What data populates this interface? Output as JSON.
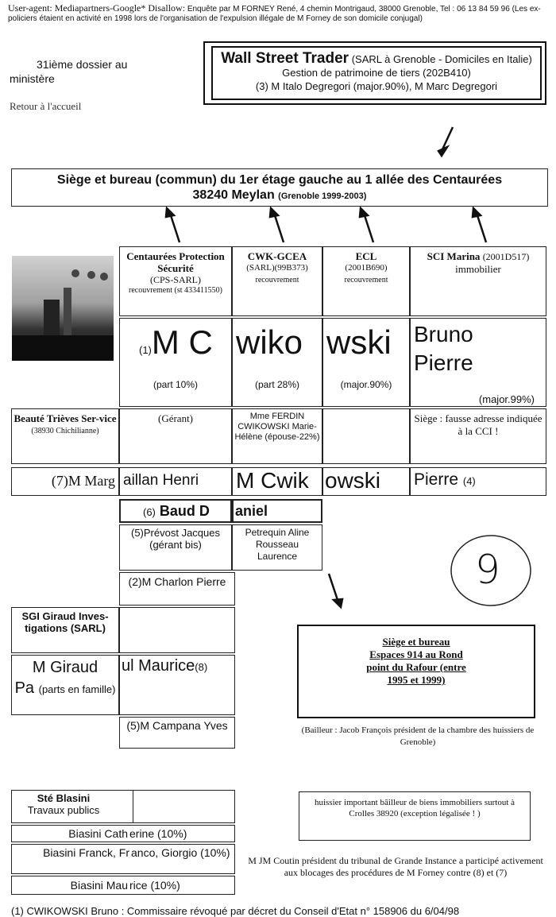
{
  "header": {
    "ua_label": "User-agent: Mediapartners-Google* Disallow:",
    "ua_text": "Enquête par M FORNEY René, 4 chemin Montrigaud, 38000 Grenoble, Tel : 06 13 84 59 96 (Les ex-policiers étaient en activité en 1998 lors de l'organisation de l'expulsion illégale de M Forney de son domicile conjugal)",
    "dossier_line1": "31ième dossier au",
    "dossier_line2": "ministère",
    "return_link": "Retour à l'accueil"
  },
  "wst": {
    "title": "Wall Street Trader",
    "subtitle": "(SARL à Grenoble - Domiciles en Italie) Gestion de patrimoine de tiers (202B410)",
    "owners": "(3) M Italo Degregori (major.90%), M Marc Degregori"
  },
  "siege": {
    "line1": "Siège et bureau (commun) du 1er étage gauche au 1 allée des Centaurées",
    "line2": "38240 Meylan",
    "line2_small": "(Grenoble 1999-2003)"
  },
  "companies": [
    {
      "name": "Centaurées Protection Sécurité",
      "sub": "(CPS-SARL)",
      "desc": "recouvrement (st 433411550)"
    },
    {
      "name": "CWK-GCEA",
      "sub": "(SARL)(99B373)",
      "desc": "recouvrement"
    },
    {
      "name": "ECL",
      "sub": "(2001B690)",
      "desc": "recouvrement"
    },
    {
      "name": "SCI Marina",
      "sub": "(2001D517)",
      "desc": "immobilier"
    }
  ],
  "big_row": {
    "prefix": "(1)",
    "part1": "M C",
    "part2": "wiko",
    "part3": "wski",
    "part4a": "Bruno",
    "part4b": "Pierre",
    "share1": "(part 10%)",
    "share2": "(part 28%)",
    "share3": "(major.90%)",
    "share4": "(major.99%)"
  },
  "row_gerant": {
    "beaute_name": "Beauté Trièves Ser-vice",
    "beaute_sub": "(38930 Chichilianne)",
    "gerant": "(Gérant)",
    "ferdin": "Mme FERDIN CWIKOWSKI Marie-Hélène (épouse-22%)",
    "fausse": "Siège : fausse adresse indiquée à la CCI !"
  },
  "row_marg": {
    "c1": "(7)M Marg",
    "c2": "aillan Henri",
    "c3": "M Cwik",
    "c4": "owski",
    "c5": "Pierre",
    "c5b": "(4)"
  },
  "baud": {
    "prefix": "(6)",
    "a": "Baud D",
    "b": "aniel"
  },
  "prevost": "(5)Prévost Jacques (gérant bis)",
  "petrequin": "Petrequin Aline Rousseau Laurence",
  "charlon": "(2)M Charlon Pierre",
  "sgi": {
    "name": "SGI Giraud Inves-tigations (SARL)"
  },
  "giraud": {
    "a": "M Giraud",
    "b": "Pa",
    "c": "(parts en famille)",
    "d": "ul Maurice",
    "e": "(8)"
  },
  "campana": "(5)M Campana Yves",
  "espaces": "Siège et bureau Espaces 914 au Rond point du Rafour (entre 1995 et 1999)",
  "bailleur": "(Bailleur : Jacob François président de la chambre des huissiers de Grenoble)",
  "huissier": "huissier important bâilleur de biens immobiliers surtout à Crolles 38920 (exception légalisée ! )",
  "blasini": {
    "title": "Sté Blasini",
    "sub": "Travaux publics",
    "r1a": "Biasini Cath",
    "r1b": "erine (10%)",
    "r2a": "Biasini Franck, Fr",
    "r2b": "anco, Giorgio (10%)",
    "r3a": "Biasini Mau",
    "r3b": "rice (10%)"
  },
  "coutin": "M JM Coutin président du tribunal de Grande Instance a participé activement aux blocages des procédures de M Forney contre (8) et (7)",
  "circle_number": "9",
  "footer": "(1) CWIKOWSKI Bruno : Commissaire révoqué par décret du Conseil d'Etat n° 158906 du 6/04/98"
}
